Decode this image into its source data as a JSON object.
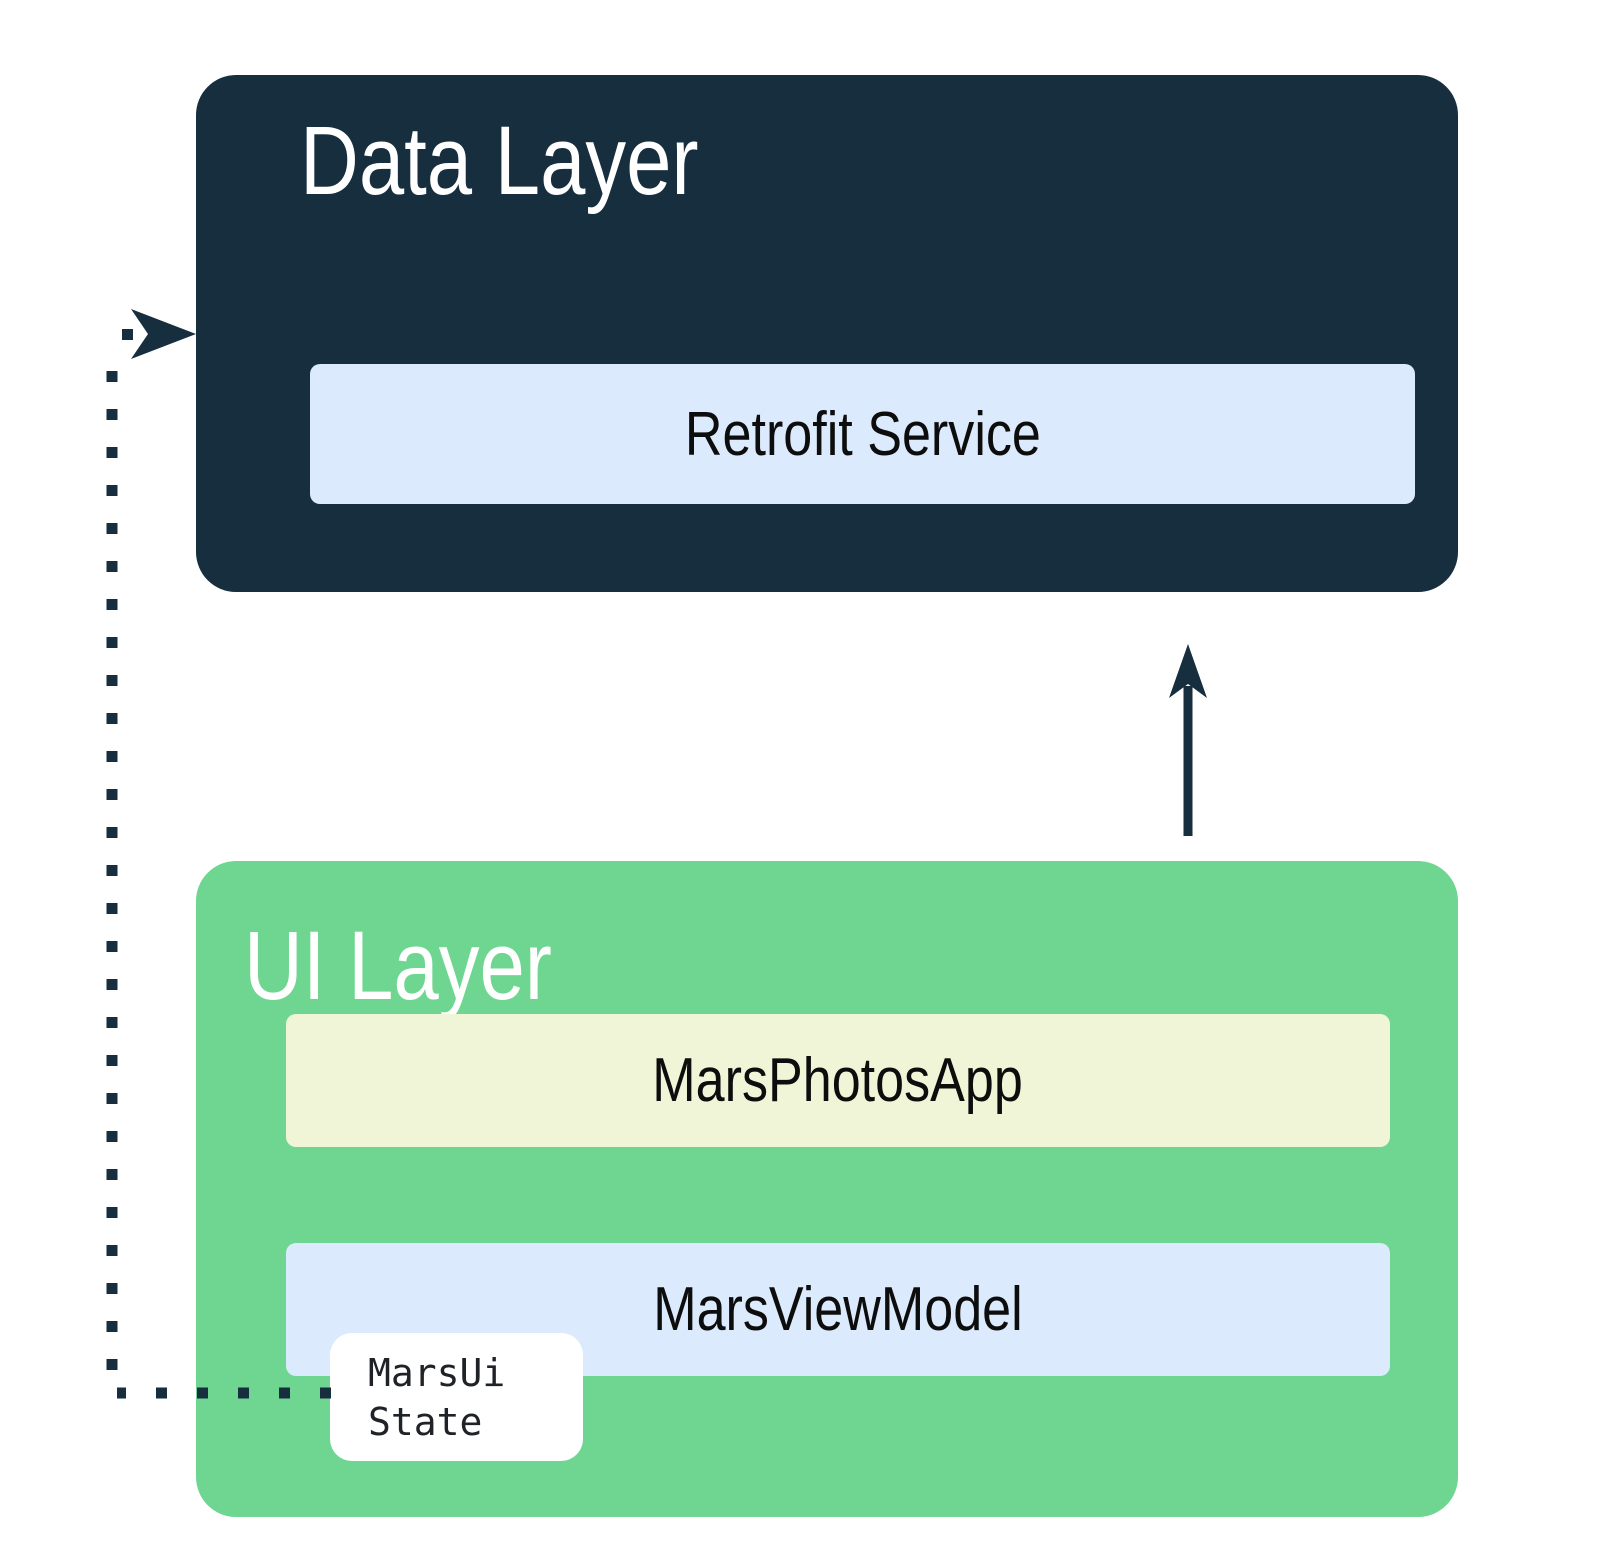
{
  "data_layer": {
    "title": "Data Layer",
    "items": [
      {
        "label": "Retrofit Service"
      }
    ]
  },
  "ui_layer": {
    "title": "UI Layer",
    "items": [
      {
        "label": "MarsPhotosApp"
      },
      {
        "label": "MarsViewModel"
      }
    ],
    "state": {
      "line1": "MarsUi",
      "line2": "State"
    }
  },
  "arrows": [
    {
      "name": "ui-layer-to-data-layer",
      "style": "solid",
      "direction": "up"
    },
    {
      "name": "mars-ui-state-to-data-layer",
      "style": "dotted",
      "direction": "left-then-up-into-data-layer"
    }
  ],
  "colors": {
    "navy": "#162E3E",
    "green": "#6ED690",
    "light_blue": "#DBEAFC",
    "pale_yellow": "#F0F5D8",
    "chip_white": "#FFFFFF",
    "label_text": "#0D0D0D",
    "title_text": "#FFFFFF"
  }
}
